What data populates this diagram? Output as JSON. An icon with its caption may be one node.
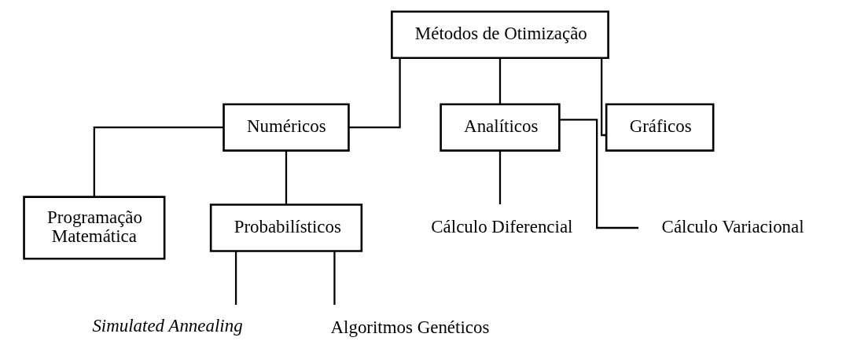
{
  "diagram": {
    "nodes": [
      {
        "text": [
          "Métodos de Otimização"
        ]
      },
      {
        "text": [
          "Numéricos"
        ]
      },
      {
        "text": [
          "Analíticos"
        ]
      },
      {
        "text": [
          "Gráficos"
        ]
      },
      {
        "text": [
          "Programação Matemática"
        ]
      },
      {
        "text": [
          "Probabilísticos"
        ]
      },
      {
        "text": [
          "Cálculo Diferencial"
        ]
      },
      {
        "text": [
          "Cálculo Variacional"
        ]
      },
      {
        "text": [
          "Simulated Annealing"
        ]
      },
      {
        "text": [
          "Algoritmos Genéticos"
        ]
      }
    ],
    "edges": [
      {
        "from": 0,
        "to": 1,
        "arrow": "none"
      },
      {
        "from": 0,
        "to": 2,
        "arrow": "none"
      },
      {
        "from": 0,
        "to": 3,
        "arrow": "none"
      },
      {
        "from": 1,
        "to": 4,
        "arrow": "none"
      },
      {
        "from": 1,
        "to": 5,
        "arrow": "none"
      },
      {
        "from": 2,
        "to": 6,
        "arrow": "none"
      },
      {
        "from": 2,
        "to": 7,
        "arrow": "none"
      },
      {
        "from": 5,
        "to": 8,
        "arrow": "none"
      },
      {
        "from": 5,
        "to": 9,
        "arrow": "none"
      }
    ]
  }
}
